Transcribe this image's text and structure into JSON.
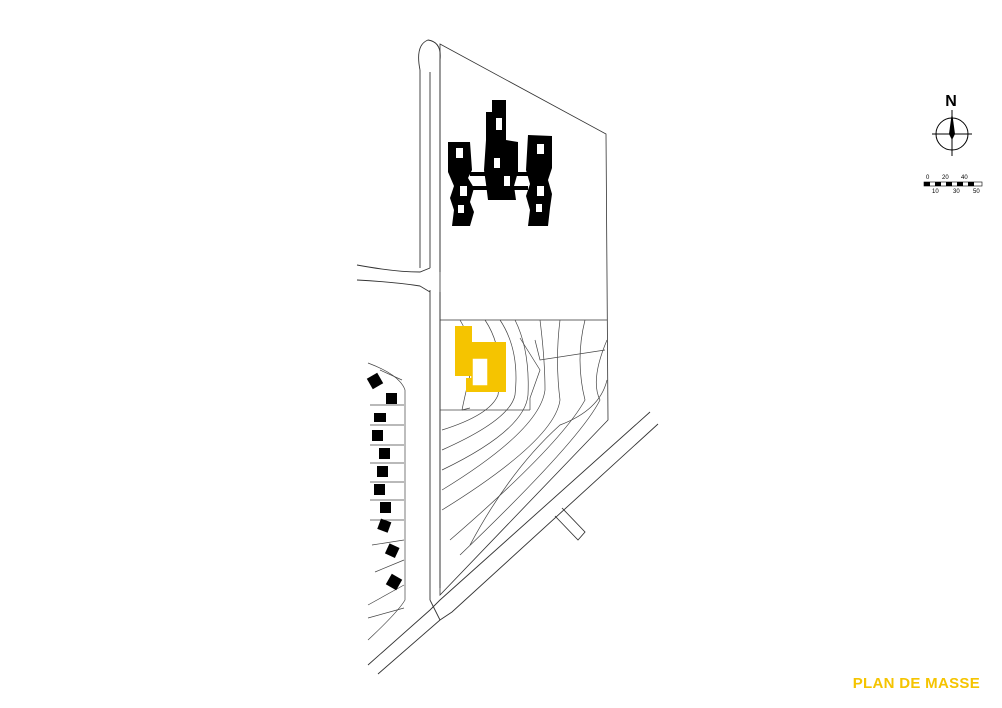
{
  "title": "PLAN DE MASSE",
  "north_label": "N",
  "scale_bar": {
    "top_labels": [
      "0",
      "20",
      "40"
    ],
    "bottom_labels": [
      "10",
      "30",
      "50"
    ]
  },
  "colors": {
    "accent": "#f5c400",
    "building": "#000000",
    "line": "#333333",
    "background": "#ffffff"
  },
  "icons": [
    "north-arrow-icon",
    "compass-circle-icon"
  ]
}
